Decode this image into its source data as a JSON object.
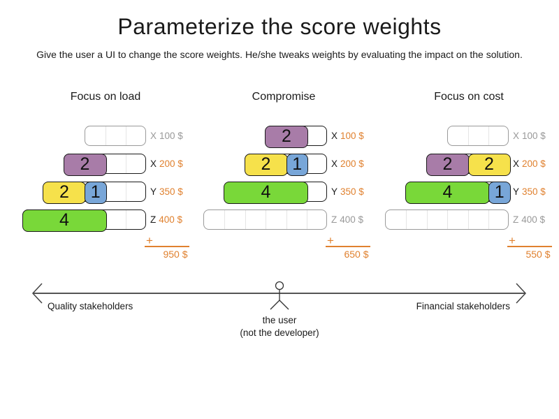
{
  "title": "Parameterize the score weights",
  "subtitle": "Give the user a UI to change the score weights. He/she tweaks weights by evaluating the impact on the solution.",
  "colors": {
    "purple": "#a87ca8",
    "yellow": "#f6e14b",
    "blue": "#78a6d8",
    "green": "#79d839",
    "orange": "#e0812f",
    "gray": "#999999",
    "arrow": "#555555"
  },
  "scenarios": [
    {
      "name": "Focus on load",
      "rows": [
        {
          "letter": "X",
          "price": "100 $",
          "active": false,
          "cells": 3,
          "blocks": []
        },
        {
          "letter": "X",
          "price": "200 $",
          "active": true,
          "cells": 4,
          "blocks": [
            {
              "color": "purple",
              "units": 2,
              "value": "2"
            }
          ]
        },
        {
          "letter": "Y",
          "price": "350 $",
          "active": true,
          "cells": 5,
          "blocks": [
            {
              "color": "yellow",
              "units": 2,
              "value": "2"
            },
            {
              "color": "blue",
              "units": 1,
              "value": "1"
            }
          ]
        },
        {
          "letter": "Z",
          "price": "400 $",
          "active": true,
          "cells": 6,
          "blocks": [
            {
              "color": "green",
              "units": 4,
              "value": "4"
            }
          ]
        }
      ],
      "plus": "+",
      "total": "950 $"
    },
    {
      "name": "Compromise",
      "rows": [
        {
          "letter": "X",
          "price": "100 $",
          "active": true,
          "cells": 3,
          "blocks": [
            {
              "color": "purple",
              "units": 2,
              "value": "2"
            }
          ]
        },
        {
          "letter": "X",
          "price": "200 $",
          "active": true,
          "cells": 4,
          "blocks": [
            {
              "color": "yellow",
              "units": 2,
              "value": "2"
            },
            {
              "color": "blue",
              "units": 1,
              "value": "1"
            }
          ]
        },
        {
          "letter": "Y",
          "price": "350 $",
          "active": true,
          "cells": 5,
          "blocks": [
            {
              "color": "green",
              "units": 4,
              "value": "4"
            }
          ]
        },
        {
          "letter": "Z",
          "price": "400 $",
          "active": false,
          "cells": 6,
          "blocks": []
        }
      ],
      "plus": "+",
      "total": "650 $"
    },
    {
      "name": "Focus on cost",
      "rows": [
        {
          "letter": "X",
          "price": "100 $",
          "active": false,
          "cells": 3,
          "blocks": []
        },
        {
          "letter": "X",
          "price": "200 $",
          "active": true,
          "cells": 4,
          "blocks": [
            {
              "color": "purple",
              "units": 2,
              "value": "2"
            },
            {
              "color": "yellow",
              "units": 2,
              "value": "2"
            }
          ]
        },
        {
          "letter": "Y",
          "price": "350 $",
          "active": true,
          "cells": 5,
          "blocks": [
            {
              "color": "green",
              "units": 4,
              "value": "4"
            },
            {
              "color": "blue",
              "units": 1,
              "value": "1"
            }
          ]
        },
        {
          "letter": "Z",
          "price": "400 $",
          "active": false,
          "cells": 6,
          "blocks": []
        }
      ],
      "plus": "+",
      "total": "550 $"
    }
  ],
  "axis": {
    "left_label": "Quality stakeholders",
    "right_label": "Financial stakeholders",
    "figure_caption_line1": "the user",
    "figure_caption_line2": "(not the developer)"
  }
}
